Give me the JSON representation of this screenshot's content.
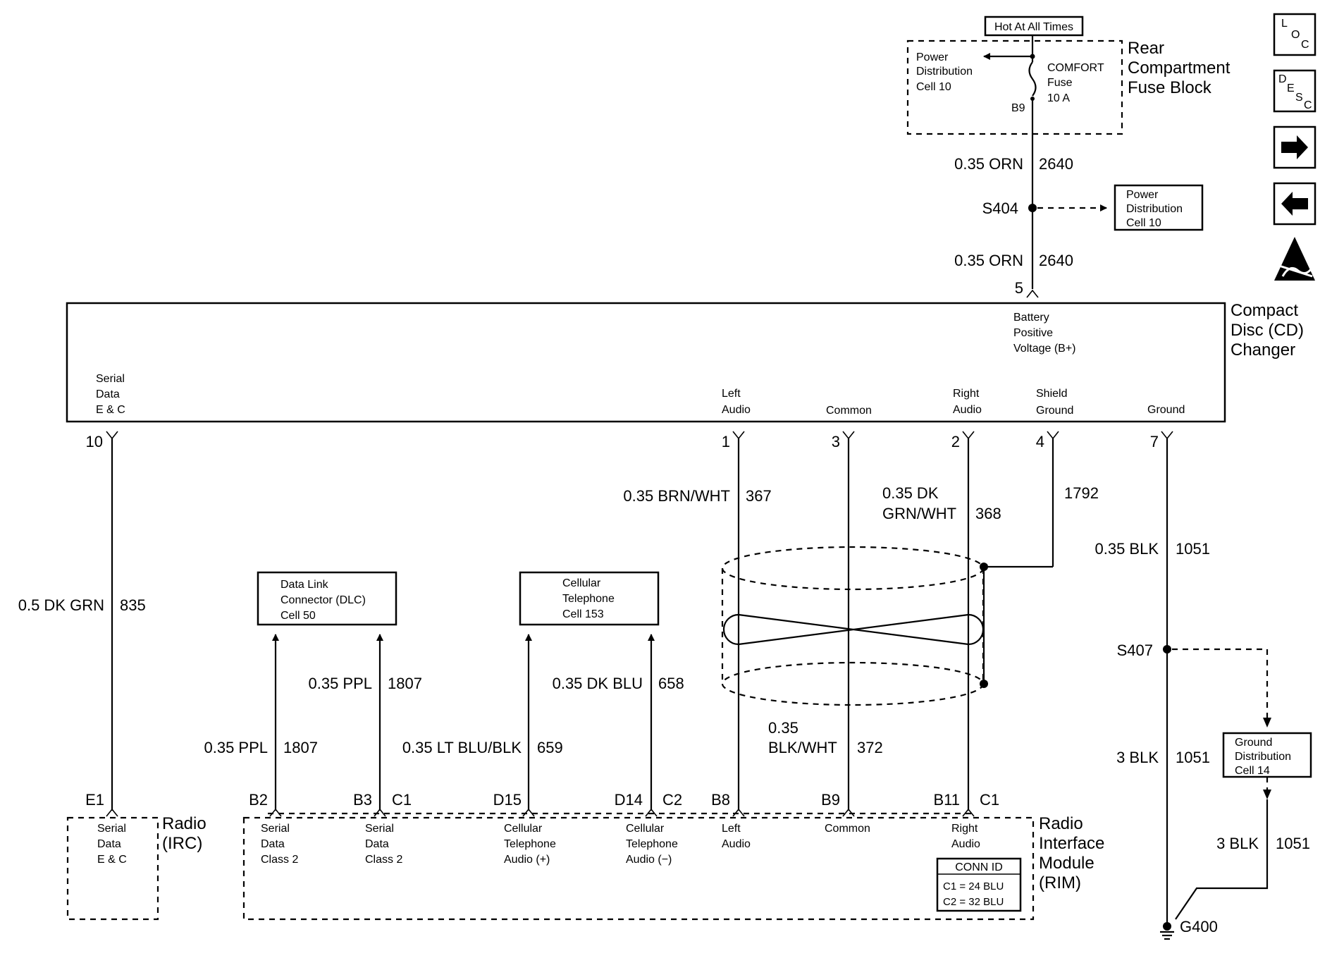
{
  "fuse_block": {
    "hot_label": "Hot At All Times",
    "title_lines": [
      "Rear",
      "Compartment",
      "Fuse Block"
    ],
    "power_ref_lines": [
      "Power",
      "Distribution",
      "Cell 10"
    ],
    "fuse_lines": [
      "COMFORT",
      "Fuse",
      "10 A"
    ],
    "pin": "B9"
  },
  "splice_s404": {
    "name": "S404",
    "wire_upper": {
      "gauge_color": "0.35 ORN",
      "circuit": "2640"
    },
    "wire_lower": {
      "gauge_color": "0.35 ORN",
      "circuit": "2640"
    },
    "ref_lines": [
      "Power",
      "Distribution",
      "Cell 10"
    ]
  },
  "cd_changer": {
    "title_lines": [
      "Compact",
      "Disc (CD)",
      "Changer"
    ],
    "top_pin": "5",
    "top_pin_label_lines": [
      "Battery",
      "Positive",
      "Voltage (B+)"
    ],
    "pins": [
      {
        "num": "10",
        "label_lines": [
          "Serial",
          "Data",
          "E & C"
        ]
      },
      {
        "num": "1",
        "label_lines": [
          "Left",
          "Audio"
        ]
      },
      {
        "num": "3",
        "label_lines": [
          "Common"
        ]
      },
      {
        "num": "2",
        "label_lines": [
          "Right",
          "Audio"
        ]
      },
      {
        "num": "4",
        "label_lines": [
          "Shield",
          "Ground"
        ]
      },
      {
        "num": "7",
        "label_lines": [
          "Ground"
        ]
      }
    ]
  },
  "wires": {
    "serial": {
      "gauge_color": "0.5 DK GRN",
      "circuit": "835"
    },
    "left_audio": {
      "gauge_color": "0.35 BRN/WHT",
      "circuit": "367"
    },
    "right_audio": {
      "gauge_color_lines": [
        "0.35 DK",
        "GRN/WHT"
      ],
      "circuit": "368"
    },
    "shield": {
      "circuit": "1792"
    },
    "ground": {
      "gauge_color": "0.35 BLK",
      "circuit": "1051"
    },
    "common": {
      "gauge_color_lines": [
        "0.35",
        "BLK/WHT"
      ],
      "circuit": "372"
    },
    "dlc_upper": {
      "gauge_color": "0.35 PPL",
      "circuit": "1807"
    },
    "dlc_lower": {
      "gauge_color": "0.35 PPL",
      "circuit": "1807"
    },
    "cell_upper": {
      "gauge_color": "0.35 DK BLU",
      "circuit": "658"
    },
    "cell_lower": {
      "gauge_color": "0.35 LT BLU/BLK",
      "circuit": "659"
    },
    "ground_s407_lower": {
      "gauge_color": "3 BLK",
      "circuit": "1051"
    },
    "ground_g400": {
      "gauge_color": "3 BLK",
      "circuit": "1051"
    }
  },
  "dlc_box": {
    "lines": [
      "Data Link",
      "Connector (DLC)",
      "Cell 50"
    ]
  },
  "cell_box": {
    "lines": [
      "Cellular",
      "Telephone",
      "Cell 153"
    ]
  },
  "splice_s407": {
    "name": "S407"
  },
  "ground_box": {
    "lines": [
      "Ground",
      "Distribution",
      "Cell 14"
    ]
  },
  "ground_g400": {
    "name": "G400"
  },
  "radio": {
    "title_lines": [
      "Radio",
      "(IRC)"
    ],
    "pin": "E1",
    "pin_label_lines": [
      "Serial",
      "Data",
      "E & C"
    ]
  },
  "rim": {
    "title_lines": [
      "Radio",
      "Interface",
      "Module",
      "(RIM)"
    ],
    "pins": [
      {
        "num": "B2",
        "label_lines": [
          "Serial",
          "Data",
          "Class 2"
        ]
      },
      {
        "num": "B3",
        "conn": "C1",
        "label_lines": [
          "Serial",
          "Data",
          "Class 2"
        ]
      },
      {
        "num": "D15",
        "label_lines": [
          "Cellular",
          "Telephone",
          "Audio (+)"
        ]
      },
      {
        "num": "D14",
        "conn": "C2",
        "label_lines": [
          "Cellular",
          "Telephone",
          "Audio (−)"
        ]
      },
      {
        "num": "B8",
        "label_lines": [
          "Left",
          "Audio"
        ]
      },
      {
        "num": "B9",
        "label_lines": [
          "Common"
        ]
      },
      {
        "num": "B11",
        "conn": "C1",
        "label_lines": [
          "Right",
          "Audio"
        ]
      }
    ],
    "conn_id": {
      "title": "CONN ID",
      "lines": [
        "C1 = 24 BLU",
        "C2 = 32 BLU"
      ]
    }
  },
  "side_icons": {
    "loc": [
      "L",
      "O",
      "C"
    ],
    "desc": [
      "D",
      "E",
      "S",
      "C"
    ],
    "icons": [
      "arrow-right-icon",
      "arrow-left-icon",
      "esd-icon"
    ]
  }
}
